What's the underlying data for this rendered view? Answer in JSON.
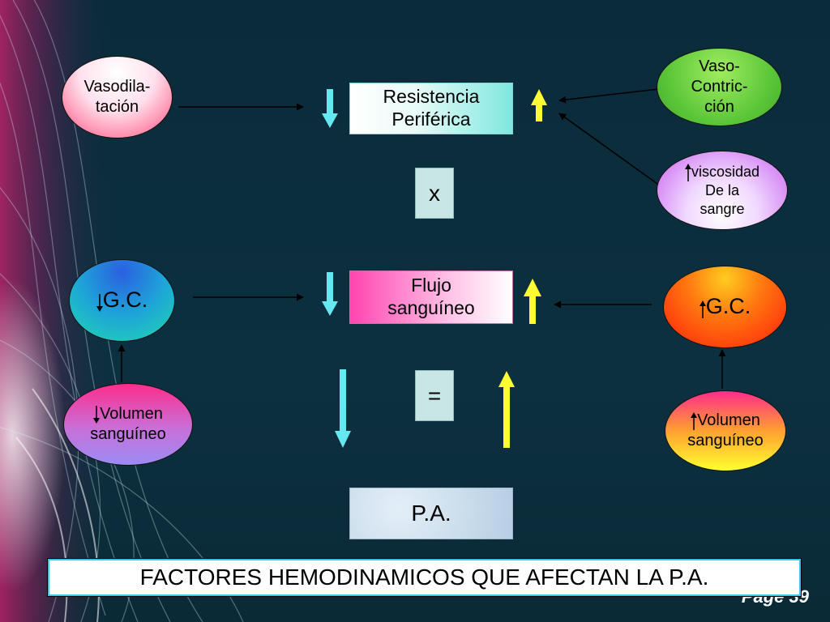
{
  "diagram": {
    "title": "FACTORES HEMODINAMICOS QUE AFECTAN LA P.A.",
    "page_label": "Page 39",
    "center": {
      "resistencia": [
        "Resistencia",
        "Periférica"
      ],
      "multiply": "x",
      "flujo": [
        "Flujo",
        "sanguíneo"
      ],
      "equals": "=",
      "pa": "P.A."
    },
    "left": {
      "vasodilatacion": [
        "Vasodila-",
        "tación"
      ],
      "gc": "G.C.",
      "volumen": [
        "Volumen",
        "sanguíneo"
      ]
    },
    "right": {
      "vasocontriccion": [
        "Vaso-",
        "Contric-",
        "ción"
      ],
      "viscosidad": [
        "viscosidad",
        "De la",
        "sangre"
      ],
      "gc": "G.C.",
      "volumen": [
        "Volumen",
        "sanguíneo"
      ]
    }
  },
  "colors": {
    "background": "#0c3040",
    "center_box_gradient": [
      "#ffffff",
      "#7fe8e0"
    ],
    "flujo_gradient": [
      "#ff44b0",
      "#ffffff"
    ],
    "multiply_box": "#c9e6e6",
    "pa_box": "#c8dcea",
    "title_border": "#33c8e8",
    "down_arrow": "#66e8f0",
    "up_arrow": "#ffff33"
  }
}
